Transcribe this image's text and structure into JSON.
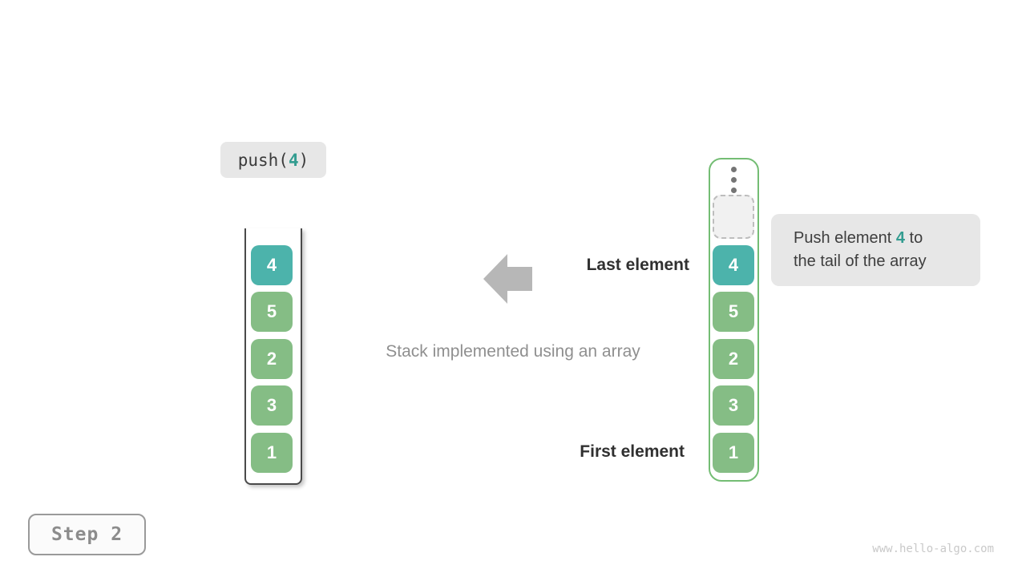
{
  "push_call": {
    "prefix": "push(",
    "arg": "4",
    "suffix": ")"
  },
  "left_stack": {
    "description": "stack drawn as open-top container",
    "items": [
      "4",
      "5",
      "2",
      "3",
      "1"
    ],
    "top_item_index": 0
  },
  "right_stack": {
    "description": "array container with empty tail slot",
    "items": [
      "4",
      "5",
      "2",
      "3",
      "1"
    ],
    "top_item_index": 0,
    "has_empty_dashed_slot": true
  },
  "icons": {
    "ellipsis": "vertical-ellipsis",
    "arrow": "left-block-arrow"
  },
  "labels": {
    "last_element": "Last element",
    "first_element": "First element",
    "caption": "Stack implemented using an array"
  },
  "callout": {
    "line1_pre": "Push element ",
    "highlight": "4",
    "line1_post": " to",
    "line2": "the tail of the array"
  },
  "step_badge": "Step 2",
  "watermark": "www.hello-algo.com",
  "colors": {
    "teal_cell": "#4cb3ab",
    "green_cell": "#85bd85",
    "container_border_green": "#74bd74",
    "teal_text": "#339c90",
    "bubble_bg": "#e7e7e7",
    "arrow_gray": "#b7b7b7",
    "caption_gray": "#8f8f8f",
    "label_dark": "#303030"
  }
}
